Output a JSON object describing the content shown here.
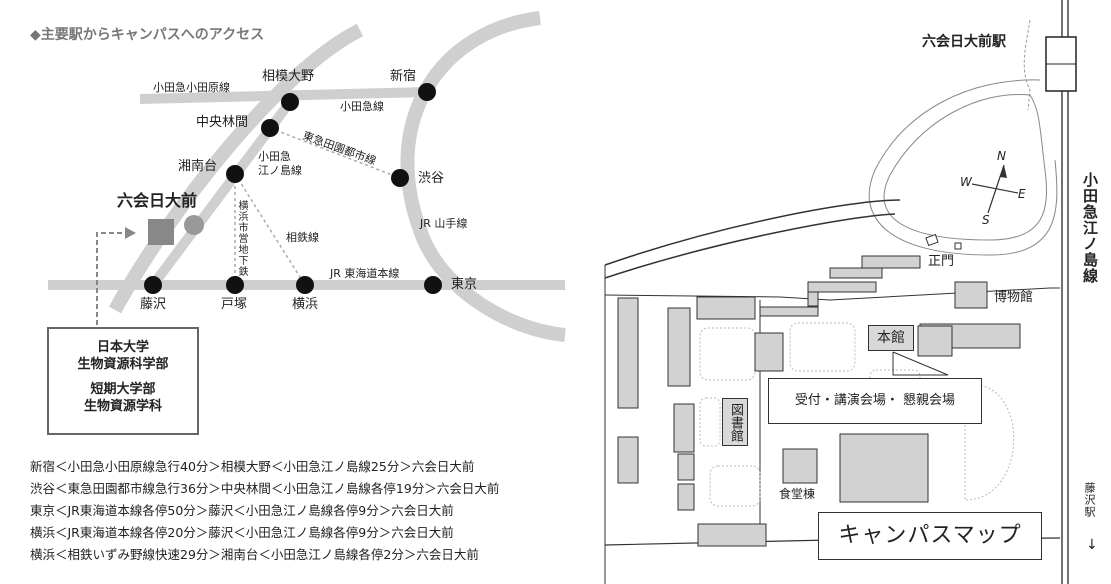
{
  "access": {
    "title": "◆主要駅からキャンパスへのアクセス",
    "lines": {
      "odakyu_odawara_label": "小田急小田原線",
      "odakyu_label": "小田急線",
      "denentoshi_label": "東急田園都市線",
      "enoshima_label": "小田急\n江ノ島線",
      "yokohama_subway_label": "横浜市営地下鉄",
      "sotetsu_label": "相鉄線",
      "tokaido_label": "JR 東海道本線",
      "yamanote_label": "JR 山手線"
    },
    "stations": {
      "sagami_ono": "相模大野",
      "shinjuku": "新宿",
      "chuo_rinkan": "中央林間",
      "shonandai": "湘南台",
      "shibuya": "渋谷",
      "rokkai": "六会日大前",
      "fujisawa": "藤沢",
      "totsuka": "戸塚",
      "yokohama": "横浜",
      "tokyo": "東京"
    },
    "university": {
      "line1": "日本大学",
      "line2": "生物資源科学部",
      "line3": "短期大学部",
      "line4": "生物資源学科"
    },
    "routes": [
      "新宿＜小田急小田原線急行40分＞相模大野＜小田急江ノ島線25分＞六会日大前",
      "渋谷＜東急田園都市線急行36分＞中央林間＜小田急江ノ島線各停19分＞六会日大前",
      "東京＜JR東海道本線各停50分＞藤沢＜小田急江ノ島線各停9分＞六会日大前",
      "横浜＜JR東海道本線各停20分＞藤沢＜小田急江ノ島線各停9分＞六会日大前",
      "横浜＜相鉄いずみ野線快速29分＞湘南台＜小田急江ノ島線各停2分＞六会日大前"
    ]
  },
  "campus": {
    "station": "六会日大前駅",
    "railway_label": "小田急江ノ島線",
    "fujisawa_label": "藤沢駅",
    "compass": {
      "n": "N",
      "s": "S",
      "e": "E",
      "w": "W"
    },
    "main_gate": "正門",
    "museum": "博物館",
    "main_building": "本館",
    "callout": "受付・講演会場・ 懇親会場",
    "library": "図書館",
    "cafeteria": "食堂棟",
    "map_title": "キャンパスマップ"
  }
}
